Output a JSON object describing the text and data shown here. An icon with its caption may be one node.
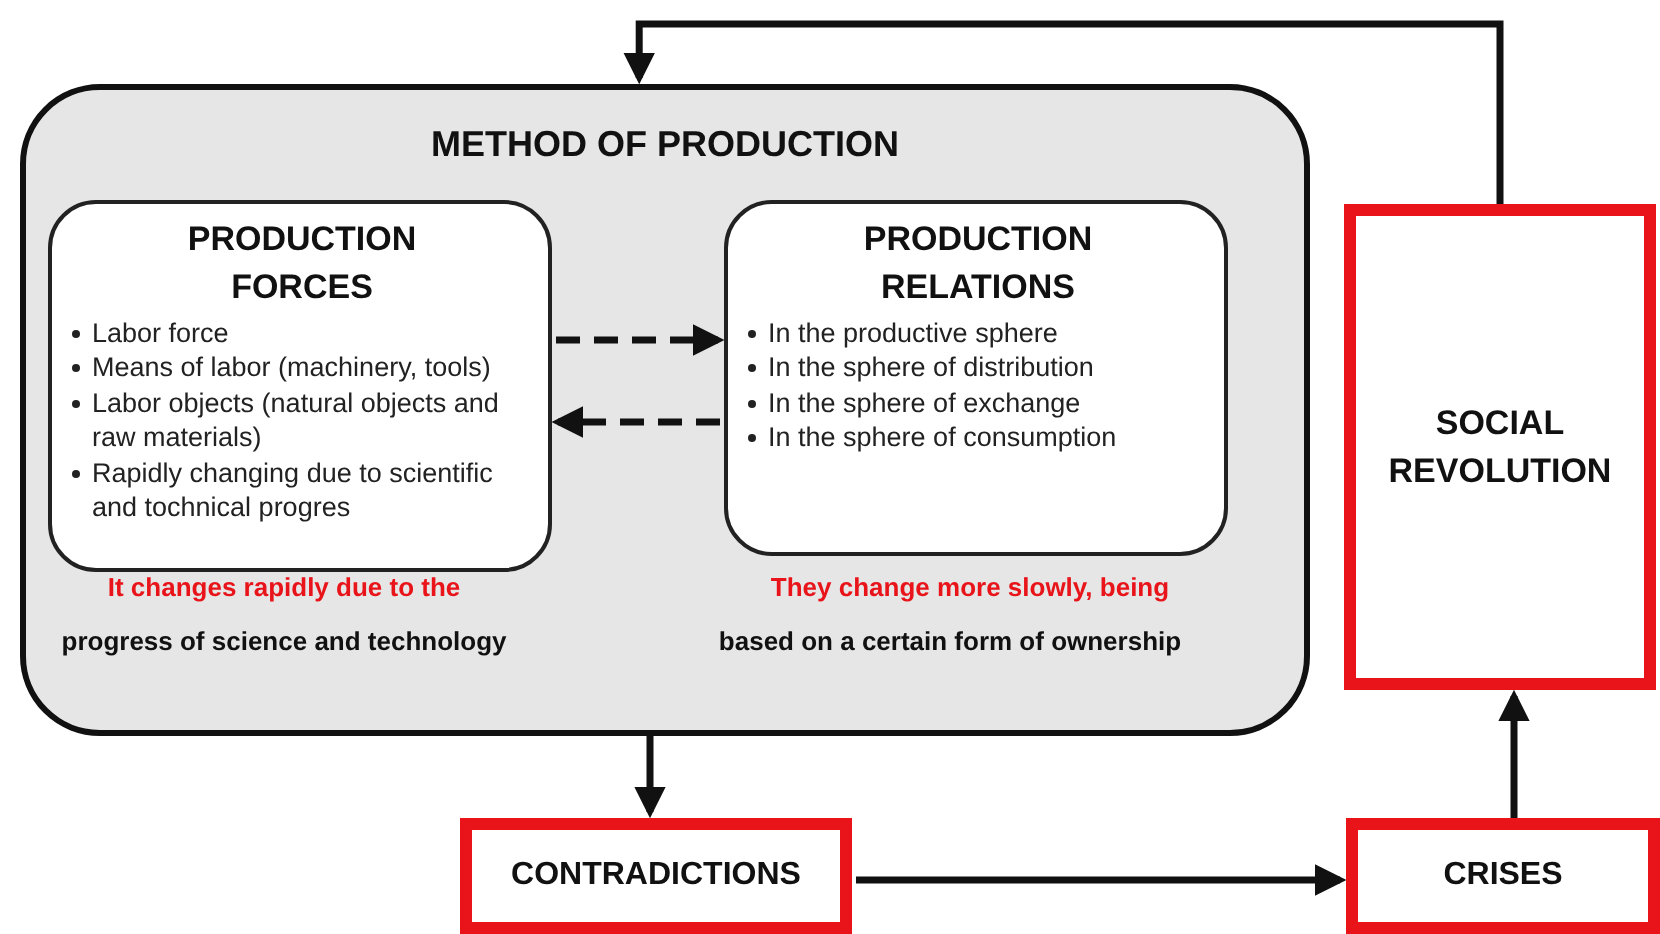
{
  "diagram": {
    "nodes": [
      {
        "text": [
          "METHOD OF PRODUCTION"
        ]
      },
      {
        "text": [
          "PRODUCTION FORCES",
          "Labor force",
          "Means of labor (machinery, tools)",
          "Labor objects (natural objects and raw materials)",
          "Rapidly changing due to scientific and tochnical progres"
        ],
        "in": 0,
        "beside": [
          "It changes rapidly due to the",
          "progress of science and technology"
        ]
      },
      {
        "text": [
          "PRODUCTION RELATIONS",
          "In the productive sphere",
          "In the sphere of distribution",
          "In the sphere of exchange",
          "In the sphere of consumption"
        ],
        "in": 0,
        "beside": [
          "They change more slowly, being",
          "based on a certain form of ownership"
        ]
      },
      {
        "text": [
          "SOCIAL REVOLUTION"
        ]
      },
      {
        "text": [
          "CONTRADICTIONS"
        ]
      },
      {
        "text": [
          "CRISES"
        ]
      }
    ],
    "edges": [
      {
        "from": 1,
        "to": 2,
        "arrow": "to",
        "style": "dashed"
      },
      {
        "from": 2,
        "to": 1,
        "arrow": "to",
        "style": "dashed"
      },
      {
        "from": 0,
        "to": 4,
        "arrow": "to"
      },
      {
        "from": 4,
        "to": 5,
        "arrow": "to"
      },
      {
        "from": 5,
        "to": 3,
        "arrow": "to"
      },
      {
        "from": 3,
        "to": 0,
        "arrow": "to"
      }
    ]
  }
}
